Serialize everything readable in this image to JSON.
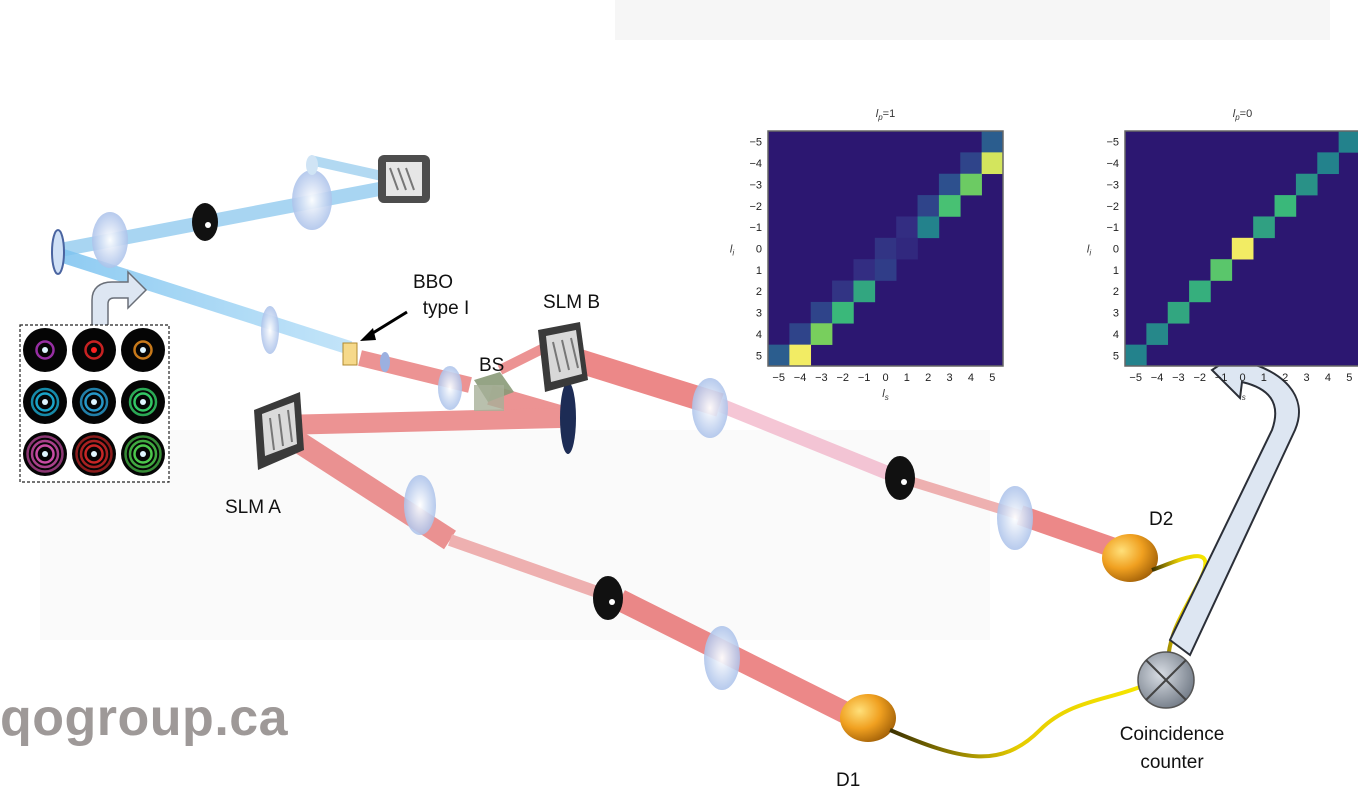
{
  "labels": {
    "bbo_line1": "BBO",
    "bbo_line2": "type I",
    "slm_b": "SLM B",
    "slm_a": "SLM A",
    "bs": "BS",
    "d1": "D1",
    "d2": "D2",
    "coinc_line1": "Coincidence",
    "coinc_line2": "counter"
  },
  "brand": "qogroup.ca",
  "modes_grid": {
    "rows": 3,
    "cols": 3
  },
  "chart_data": [
    {
      "type": "heatmap",
      "title": "l_p=1",
      "xlabel": "l_s",
      "ylabel": "l_i",
      "x_ticks": [
        "-5",
        "-4",
        "-3",
        "-2",
        "-1",
        "0",
        "1",
        "2",
        "3",
        "4",
        "5"
      ],
      "y_ticks": [
        "-5",
        "-4",
        "-3",
        "-2",
        "-1",
        "0",
        "1",
        "2",
        "3",
        "4",
        "5"
      ],
      "cells": [
        {
          "row": 0,
          "col": 10,
          "value": 0.35
        },
        {
          "row": 1,
          "col": 9,
          "value": 0.25
        },
        {
          "row": 1,
          "col": 10,
          "value": 0.95
        },
        {
          "row": 2,
          "col": 8,
          "value": 0.3
        },
        {
          "row": 2,
          "col": 9,
          "value": 0.78
        },
        {
          "row": 3,
          "col": 7,
          "value": 0.25
        },
        {
          "row": 3,
          "col": 8,
          "value": 0.72
        },
        {
          "row": 4,
          "col": 6,
          "value": 0.15
        },
        {
          "row": 4,
          "col": 7,
          "value": 0.5
        },
        {
          "row": 5,
          "col": 5,
          "value": 0.18
        },
        {
          "row": 5,
          "col": 6,
          "value": 0.12
        },
        {
          "row": 6,
          "col": 4,
          "value": 0.15
        },
        {
          "row": 6,
          "col": 5,
          "value": 0.22
        },
        {
          "row": 7,
          "col": 3,
          "value": 0.18
        },
        {
          "row": 7,
          "col": 4,
          "value": 0.62
        },
        {
          "row": 8,
          "col": 2,
          "value": 0.25
        },
        {
          "row": 8,
          "col": 3,
          "value": 0.68
        },
        {
          "row": 9,
          "col": 1,
          "value": 0.25
        },
        {
          "row": 9,
          "col": 2,
          "value": 0.8
        },
        {
          "row": 10,
          "col": 0,
          "value": 0.35
        },
        {
          "row": 10,
          "col": 1,
          "value": 1.0
        }
      ]
    },
    {
      "type": "heatmap",
      "title": "l_p=0",
      "xlabel": "l_s",
      "ylabel": "l_i",
      "x_ticks": [
        "-5",
        "-4",
        "-3",
        "-2",
        "-1",
        "0",
        "1",
        "2",
        "3",
        "4",
        "5"
      ],
      "y_ticks": [
        "-5",
        "-4",
        "-3",
        "-2",
        "-1",
        "0",
        "1",
        "2",
        "3",
        "4",
        "5"
      ],
      "cells": [
        {
          "row": 0,
          "col": 10,
          "value": 0.5
        },
        {
          "row": 1,
          "col": 9,
          "value": 0.5
        },
        {
          "row": 2,
          "col": 8,
          "value": 0.55
        },
        {
          "row": 3,
          "col": 7,
          "value": 0.68
        },
        {
          "row": 4,
          "col": 6,
          "value": 0.6
        },
        {
          "row": 5,
          "col": 5,
          "value": 1.0
        },
        {
          "row": 6,
          "col": 4,
          "value": 0.75
        },
        {
          "row": 7,
          "col": 3,
          "value": 0.65
        },
        {
          "row": 8,
          "col": 2,
          "value": 0.62
        },
        {
          "row": 9,
          "col": 1,
          "value": 0.52
        },
        {
          "row": 10,
          "col": 0,
          "value": 0.5
        }
      ]
    }
  ]
}
